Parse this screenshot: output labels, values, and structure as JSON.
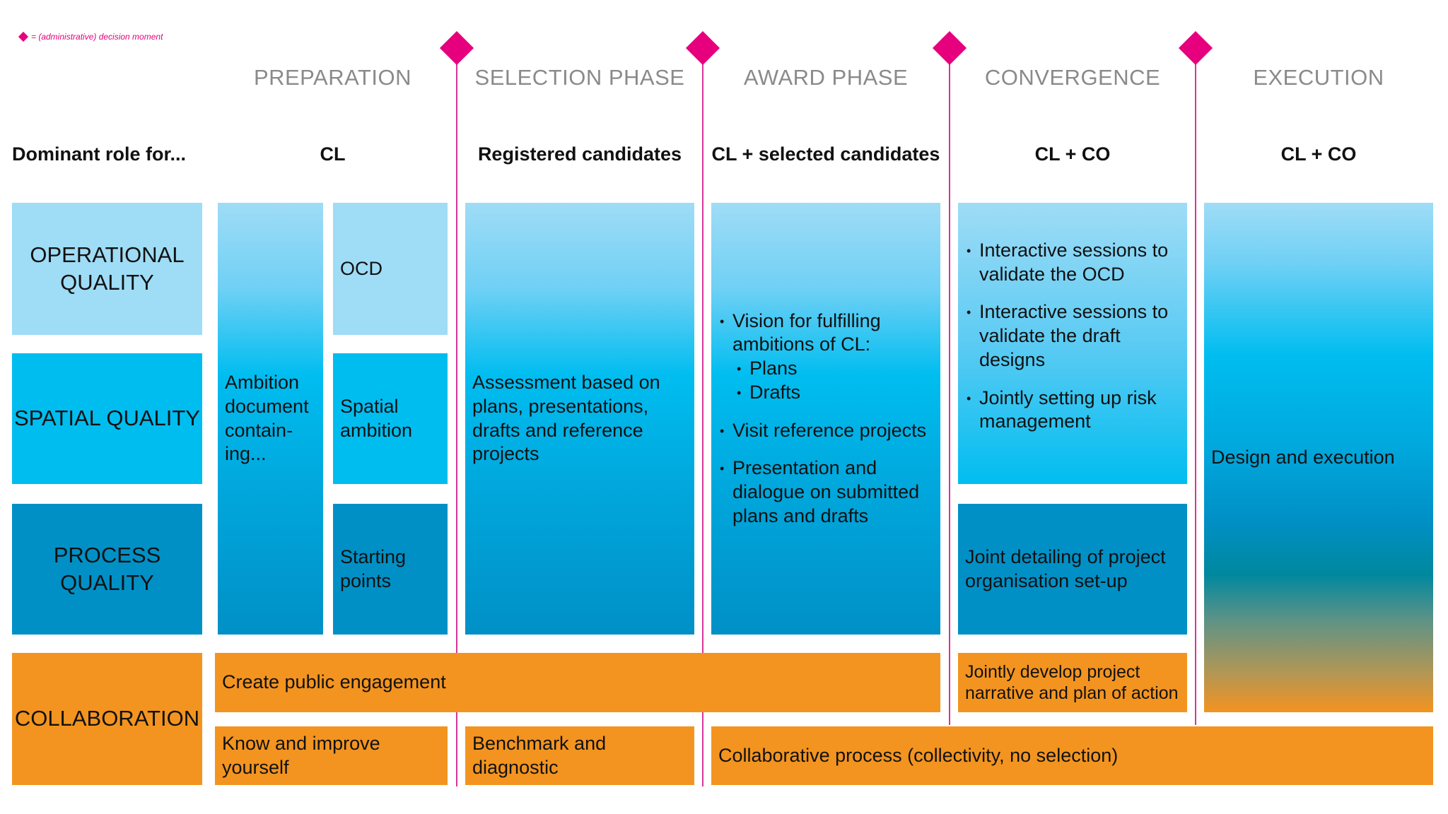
{
  "legend": {
    "icon": "diamond-icon",
    "text": "= (administrative) decision moment",
    "color": "#e6007e"
  },
  "phases": [
    {
      "title": "PREPARATION",
      "role": "CL"
    },
    {
      "title": "SELECTION PHASE",
      "role": "Registered candidates"
    },
    {
      "title": "AWARD PHASE",
      "role": "CL + selected candidates"
    },
    {
      "title": "CONVERGENCE",
      "role": "CL + CO"
    },
    {
      "title": "EXECUTION",
      "role": "CL + CO"
    }
  ],
  "role_header": "Dominant role for...",
  "rows": {
    "operational": "OPERATIONAL QUALITY",
    "spatial": "SPATIAL QUALITY",
    "process": "PROCESS QUALITY",
    "collaboration": "COLLABORATION"
  },
  "preparation": {
    "ambition": "Ambition document contain-ing...",
    "ocd": "OCD",
    "spatial": "Spatial ambition",
    "starting": "Starting points"
  },
  "selection": {
    "text": "Assessment based on plans, presentations, drafts and reference projects"
  },
  "award": {
    "items": [
      {
        "text": "Vision for fulfilling ambitions of CL:",
        "sub": [
          "Plans",
          "Drafts"
        ]
      },
      {
        "text": "Visit reference projects"
      },
      {
        "text": "Presentation and dialogue on submitted plans and drafts"
      }
    ]
  },
  "convergence": {
    "items": [
      "Interactive sessions to validate the OCD",
      "Interactive sessions to validate the draft designs",
      "Jointly setting up risk management"
    ],
    "process": "Joint detailing of project organisation set-up",
    "collab": "Jointly develop project narrative and plan of action"
  },
  "execution": {
    "text": "Design and execution"
  },
  "collaboration": {
    "public": "Create public engagement",
    "know": "Know and improve yourself",
    "benchmark": "Benchmark and diagnostic",
    "collective": "Collaborative process (collectivity, no selection)"
  },
  "colors": {
    "light_blue": "#9fdcf6",
    "mid_blue": "#00bdf0",
    "dark_blue": "#0090c6",
    "orange": "#f39420",
    "magenta": "#e6007e"
  }
}
